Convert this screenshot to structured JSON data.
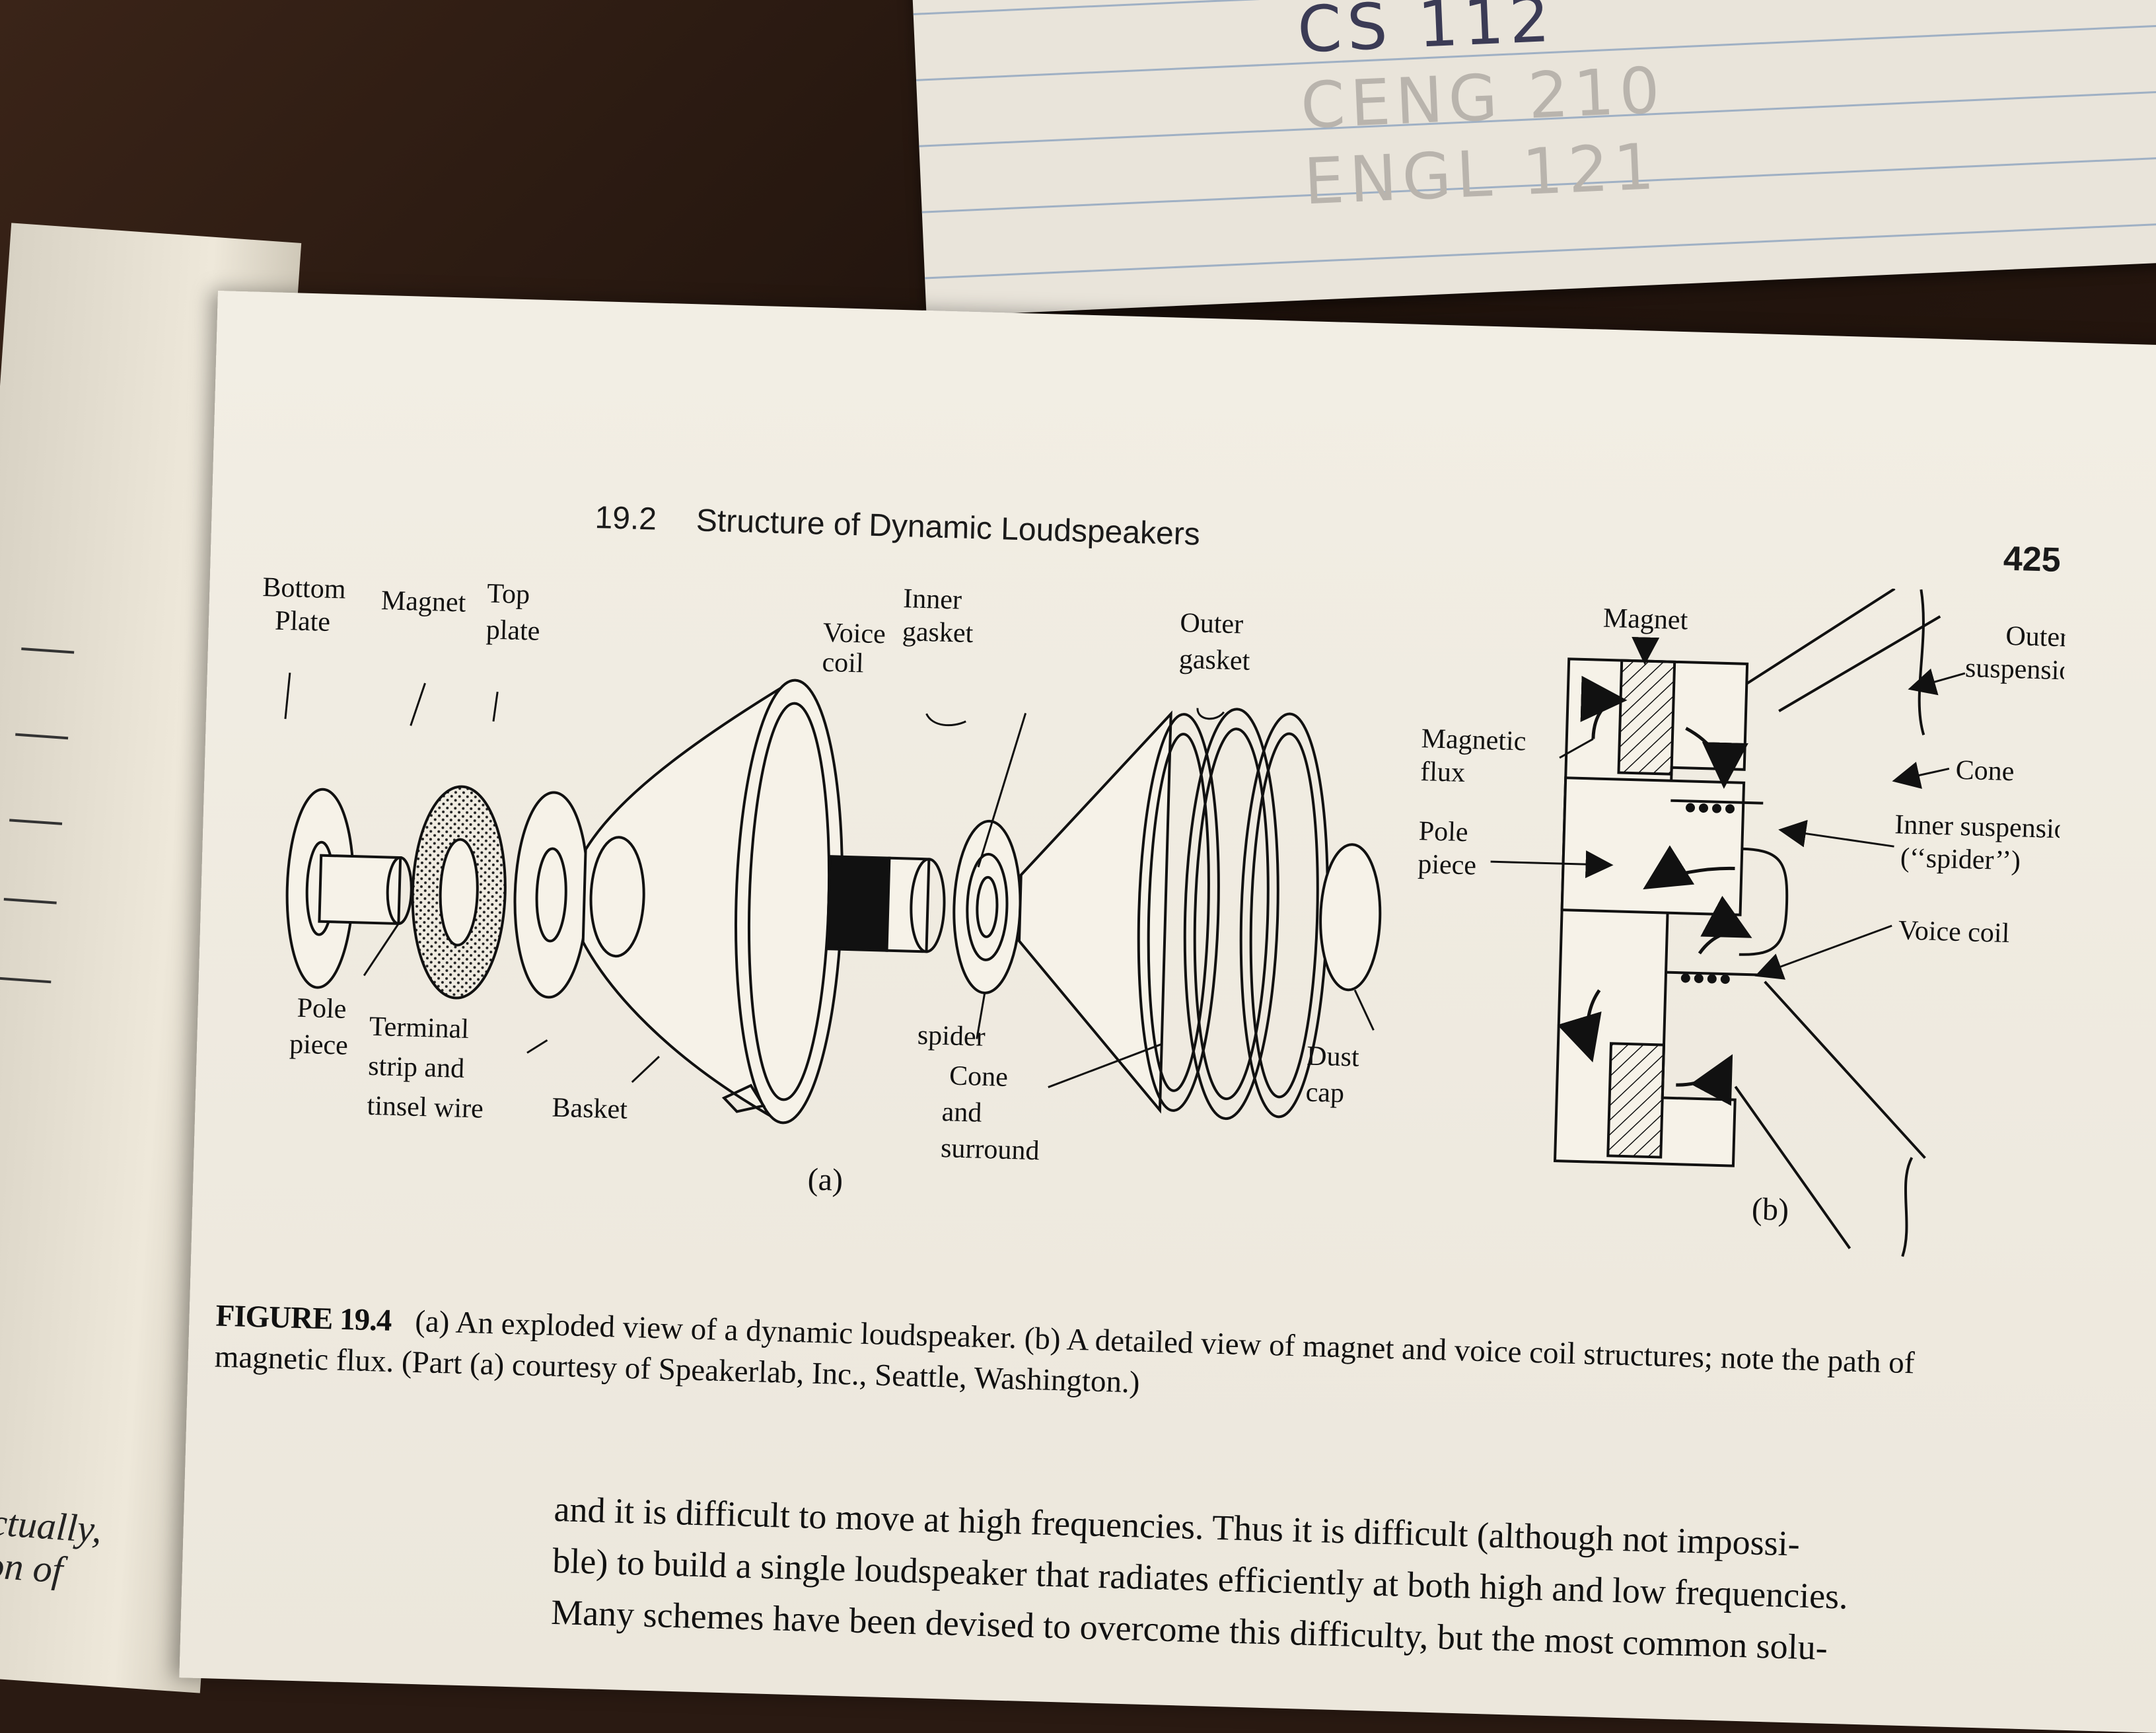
{
  "notepad": {
    "line1": "CS   112",
    "line2": "CENG  210",
    "line3": "ENGL  121"
  },
  "left_page": {
    "text1": "Actually,",
    "text2": "tion of"
  },
  "header": {
    "section": "19.2",
    "title": "Structure of Dynamic Loudspeakers",
    "page_number": "425"
  },
  "figure": {
    "part_a": {
      "sublabel": "(a)",
      "labels": {
        "bottom_plate": [
          "Bottom",
          "Plate"
        ],
        "magnet": "Magnet",
        "top_plate": [
          "Top",
          "plate"
        ],
        "inner_gasket": [
          "Inner",
          "gasket"
        ],
        "voice_coil": [
          "Voice",
          "coil"
        ],
        "outer_gasket": [
          "Outer",
          "gasket"
        ],
        "pole_piece": [
          "Pole",
          "piece"
        ],
        "terminal": [
          "Terminal",
          "strip and",
          "tinsel wire"
        ],
        "basket": "Basket",
        "spider": "spider",
        "cone": [
          "Cone",
          "and",
          "surround"
        ],
        "dust_cap": [
          "Dust",
          "cap"
        ]
      }
    },
    "part_b": {
      "sublabel": "(b)",
      "labels": {
        "magnet": "Magnet",
        "outer_suspension": [
          "Outer",
          "suspension"
        ],
        "magnetic_flux": [
          "Magnetic",
          "flux"
        ],
        "cone": "Cone",
        "pole_piece": [
          "Pole",
          "piece"
        ],
        "inner_suspension": [
          "Inner suspension",
          "(‘‘spider’’)"
        ],
        "voice_coil": "Voice coil"
      }
    },
    "caption_label": "FIGURE 19.4",
    "caption_text": "(a) An exploded view of a dynamic loudspeaker. (b) A detailed view of magnet and voice coil structures; note the path of magnetic flux. (Part (a) courtesy of Speakerlab, Inc., Seattle, Washington.)"
  },
  "body": {
    "line1": "and it is difficult to move at high frequencies. Thus it is difficult (although not impossi-",
    "line2": "ble) to build a single loudspeaker that radiates efficiently at both high and low frequencies.",
    "line3": "Many schemes have been devised to overcome this difficulty, but the most common solu-"
  }
}
